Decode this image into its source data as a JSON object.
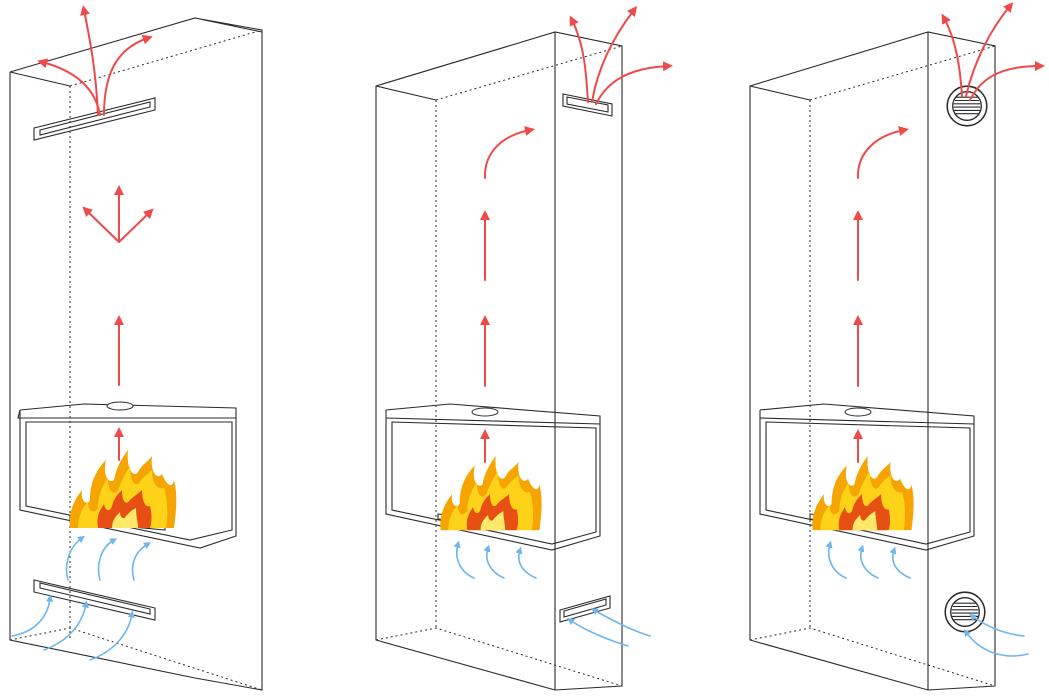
{
  "colors": {
    "outline": "#2b2b2b",
    "hot_air": "#ee4a4a",
    "cold_air": "#6fb6ec",
    "flame_outer": "#f5a400",
    "flame_mid": "#ffd21a",
    "flame_inner": "#e23a12",
    "background": "#ffffff"
  },
  "icons": {
    "hot_arrow": "arrow-up-icon",
    "cold_arrow": "curved-arrow-icon",
    "flame": "flame-icon",
    "round_grille": "round-vent-grille-icon",
    "slot_grille": "slot-vent-grille-icon"
  },
  "panels": [
    {
      "id": "panel-1",
      "vent_type": "slot",
      "top_vent": "front-slot",
      "bottom_vent": "front-slot"
    },
    {
      "id": "panel-2",
      "vent_type": "slot",
      "top_vent": "side-slot",
      "bottom_vent": "side-slot"
    },
    {
      "id": "panel-3",
      "vent_type": "round",
      "top_vent": "side-round",
      "bottom_vent": "side-round"
    }
  ]
}
